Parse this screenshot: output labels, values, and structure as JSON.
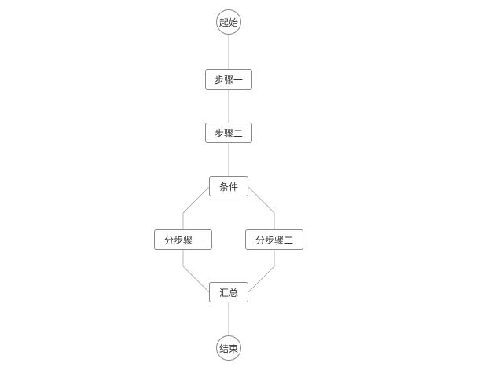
{
  "diagram": {
    "type": "flowchart",
    "line_color": "#b5b5b5",
    "border_color": "#8a8a8a",
    "nodes": {
      "start": {
        "label": "起始",
        "shape": "circle"
      },
      "step1": {
        "label": "步骤一",
        "shape": "rect"
      },
      "step2": {
        "label": "步骤二",
        "shape": "rect"
      },
      "condition": {
        "label": "条件",
        "shape": "rect"
      },
      "substep1": {
        "label": "分步骤一",
        "shape": "rect"
      },
      "substep2": {
        "label": "分步骤二",
        "shape": "rect"
      },
      "merge": {
        "label": "汇总",
        "shape": "rect"
      },
      "end": {
        "label": "结束",
        "shape": "circle"
      }
    },
    "edges": [
      {
        "from": "start",
        "to": "step1"
      },
      {
        "from": "step1",
        "to": "step2"
      },
      {
        "from": "step2",
        "to": "condition"
      },
      {
        "from": "condition",
        "to": "substep1"
      },
      {
        "from": "condition",
        "to": "substep2"
      },
      {
        "from": "substep1",
        "to": "merge"
      },
      {
        "from": "substep2",
        "to": "merge"
      },
      {
        "from": "merge",
        "to": "end"
      }
    ]
  }
}
